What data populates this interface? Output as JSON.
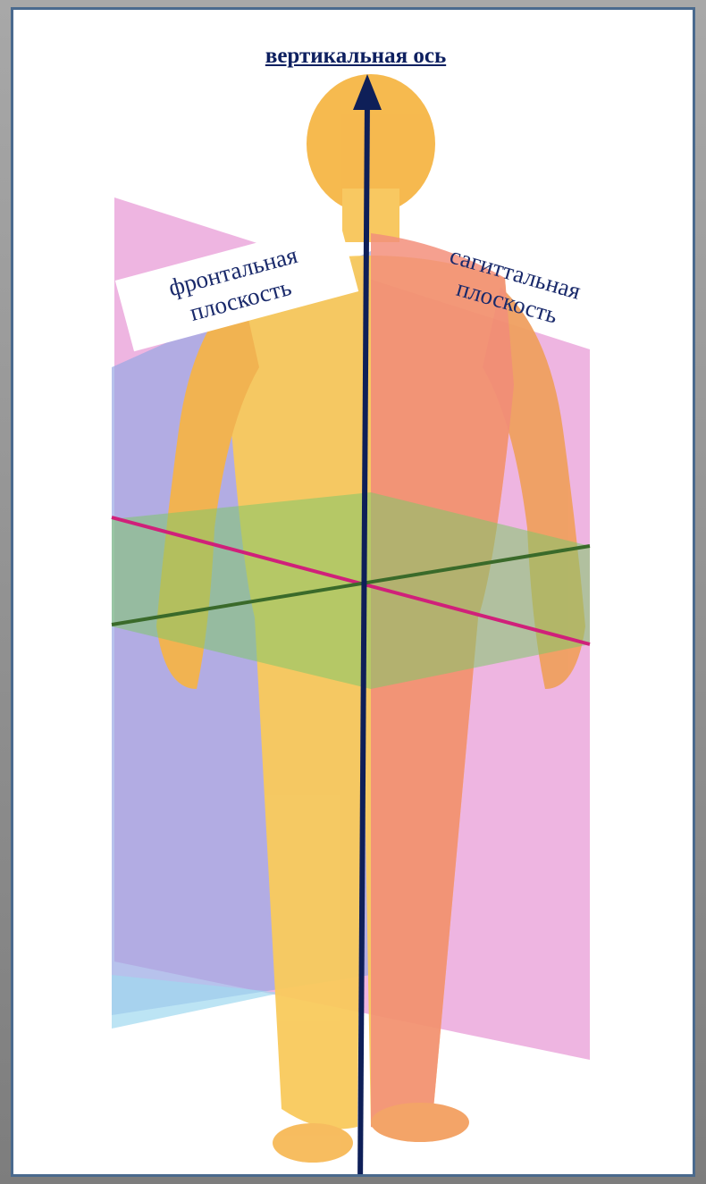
{
  "axis": {
    "title": "вертикальная ось"
  },
  "labels": {
    "frontal": {
      "line1": "фронтальная",
      "line2": "плоскость"
    },
    "sagittal": {
      "line1": "сагиттальная",
      "line2": "плоскость"
    }
  },
  "colors": {
    "frame_border": "#4a6a8e",
    "frontal_plane": "#9aa6e0",
    "sagittal_plane": "#e078c8",
    "horizontal_plane": "#7fc96a",
    "figure_skin": "#f9c85a",
    "figure_right_half": "#f28a74",
    "axis_arrow": "#0e1f58",
    "sagittal_axis_line": "#d0207a",
    "frontal_axis_line": "#3a6a2a"
  }
}
